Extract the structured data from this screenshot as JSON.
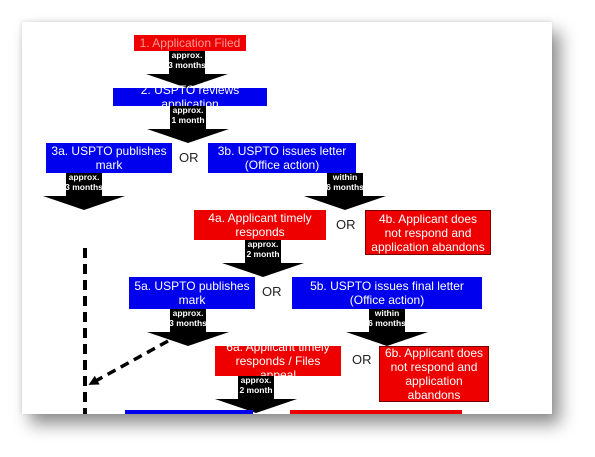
{
  "flow": {
    "step1": "1. Application Filed",
    "arrow1": [
      "approx.",
      "3 months"
    ],
    "step2": "2. USPTO reviews application",
    "arrow2": [
      "approx.",
      "1 month"
    ],
    "step3a": "3a. USPTO publishes mark",
    "or1": "OR",
    "step3b": "3b. USPTO issues letter (Office action)",
    "arrow3a": [
      "approx.",
      "3 months"
    ],
    "arrow3b": [
      "within",
      "6 months"
    ],
    "step4a": "4a. Applicant timely responds",
    "or2": "OR",
    "step4b": "4b. Applicant does not respond and application abandons",
    "arrow4a": [
      "approx.",
      "2 month"
    ],
    "step5a": "5a. USPTO publishes mark",
    "or3": "OR",
    "step5b": "5b. USPTO issues final letter (Office action)",
    "arrow5a": [
      "approx.",
      "3 months"
    ],
    "arrow5b": [
      "within",
      "6 months"
    ],
    "step6a": "6a. Applicant timely responds / Files appeal",
    "or4": "OR",
    "step6b": "6b. Applicant does not respond and application abandons",
    "arrow6a": [
      "approx.",
      "2 month"
    ]
  },
  "colors": {
    "blue": "#0000ee",
    "red": "#ee0000",
    "arrow": "#000000"
  }
}
